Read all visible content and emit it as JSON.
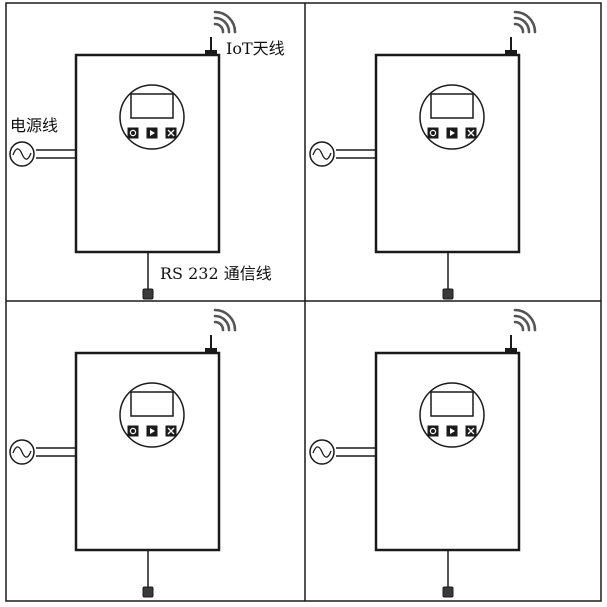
{
  "labels": {
    "antenna": "IoT天线",
    "power": "电源线",
    "serial": "RS 232 通信线"
  },
  "panels": [
    {
      "name": "panel-top-left",
      "annotated": true
    },
    {
      "name": "panel-top-right",
      "annotated": false
    },
    {
      "name": "panel-bottom-left",
      "annotated": false
    },
    {
      "name": "panel-bottom-right",
      "annotated": false
    }
  ],
  "device": {
    "buttons": [
      {
        "name": "power-button",
        "icon": "power-icon"
      },
      {
        "name": "play-button",
        "icon": "play-icon"
      },
      {
        "name": "stop-button",
        "icon": "stop-icon"
      }
    ]
  },
  "colors": {
    "stroke": "#1a1a1a",
    "background": "#ffffff"
  }
}
